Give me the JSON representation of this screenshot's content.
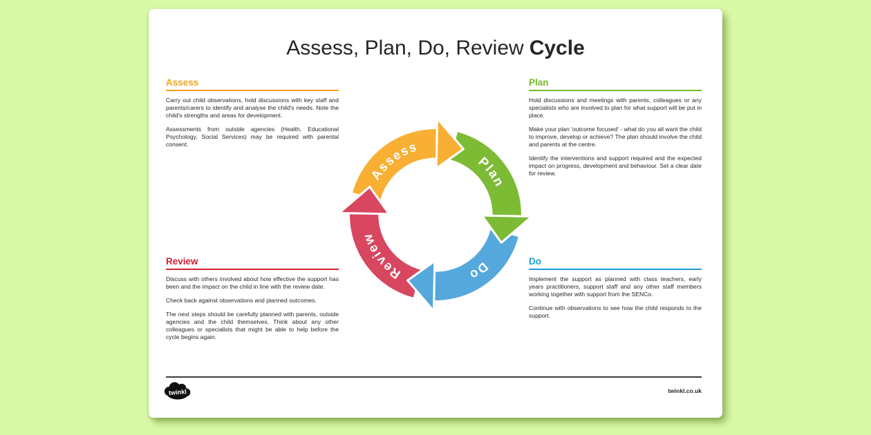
{
  "title": {
    "regular": "Assess, Plan, Do, Review",
    "bold": "Cycle"
  },
  "colors": {
    "background": "#D9F9A6",
    "card": "#FFFFFF",
    "text": "#262626",
    "divider": "#3C3C3B",
    "assess": "#F5A21C",
    "assess-arc": "#F8AF33",
    "plan": "#76B82A",
    "plan-arc": "#7DBB35",
    "do": "#1E9CD8",
    "do-arc": "#54A8DC",
    "review": "#D21F2E",
    "review-arc": "#D8465F"
  },
  "sections": {
    "assess": {
      "heading": "Assess",
      "paragraphs": [
        "Carry out child observations, hold discussions with key staff and parents/carers to identify and analyse the child's needs. Note the child's strengths and areas for development.",
        "Assessments from outside agencies (Health, Educational Psychology, Social Services) may be required with parental consent."
      ]
    },
    "plan": {
      "heading": "Plan",
      "paragraphs": [
        "Hold discussions and meetings with parents, colleagues or any specialists who are involved to plan for what support will be put in place.",
        "Make your plan 'outcome focused' - what do you all want the child to improve, develop or achieve? The plan should involve the child and parents at the centre.",
        "Identify the interventions and support required and the expected impact on progress, development and behaviour. Set a clear date for review."
      ]
    },
    "review": {
      "heading": "Review",
      "paragraphs": [
        "Discuss with others involved about how effective the support has been and the impact on the child in line with the review date.",
        "Check back against observations and planned outcomes.",
        "The next steps should be carefully planned with parents, outside agencies and the child themselves. Think about any other colleagues or specialists that might be able to help before the cycle begins again."
      ]
    },
    "do": {
      "heading": "Do",
      "paragraphs": [
        "Implement the support as planned with class teachers, early years practitioners, support staff and any other staff members working together with support from the SENCo.",
        "Continue with observations to see how the child responds to the support."
      ]
    }
  },
  "cycle": {
    "labels": {
      "assess": "Assess",
      "plan": "Plan",
      "do": "Do",
      "review": "Review"
    }
  },
  "footer": {
    "logo_text": "twinkl",
    "website": "twinkl.co.uk"
  }
}
